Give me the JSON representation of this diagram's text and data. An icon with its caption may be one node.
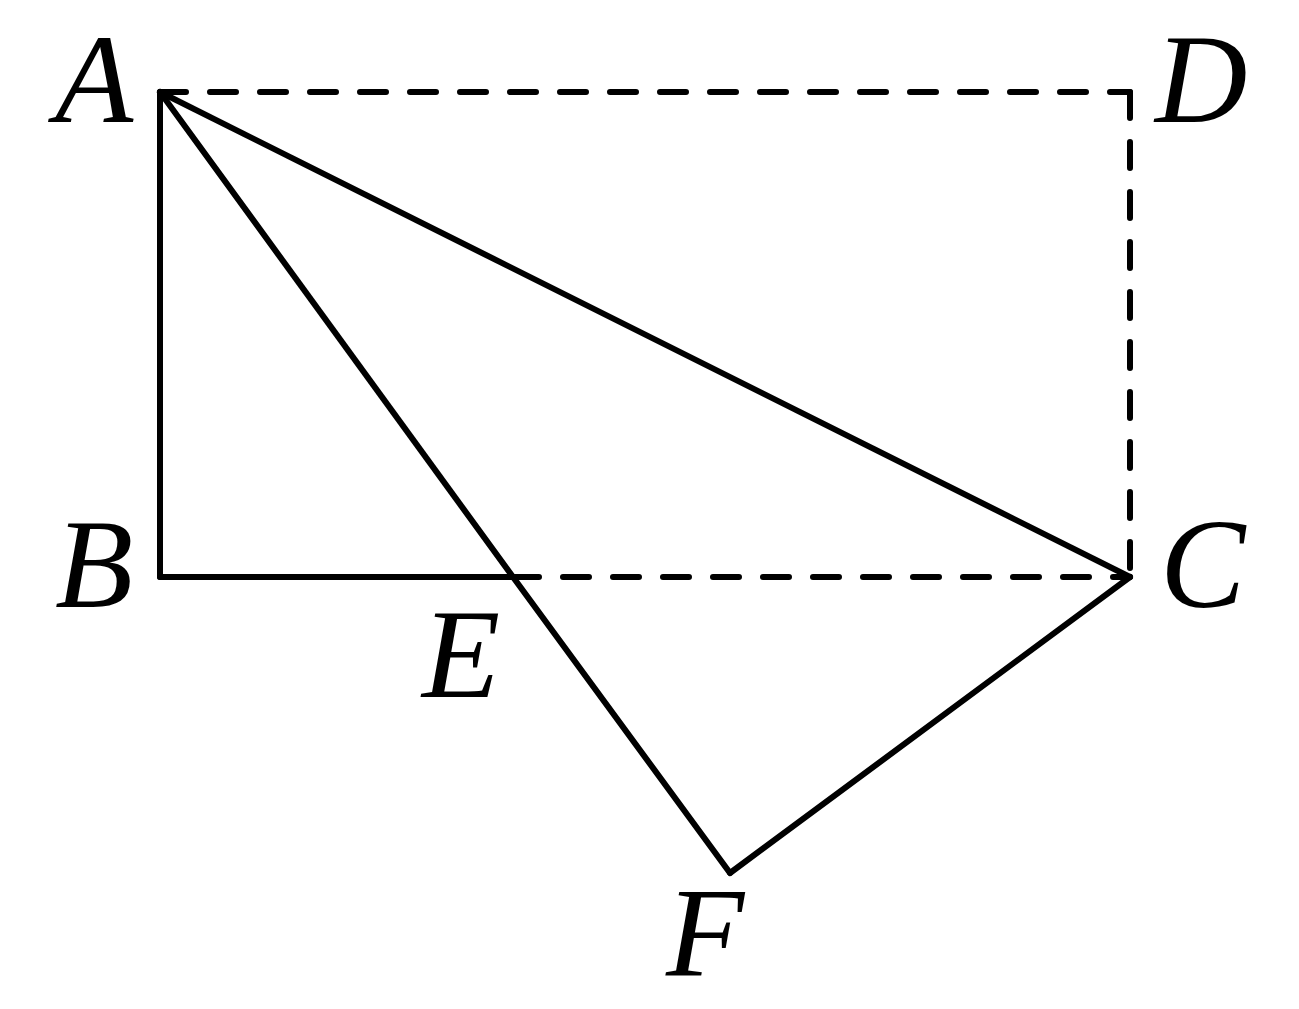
{
  "diagram": {
    "nodes": [
      {
        "text": [
          "A"
        ]
      },
      {
        "text": [
          "D"
        ]
      },
      {
        "text": [
          "B"
        ]
      },
      {
        "text": [
          "C"
        ]
      },
      {
        "text": [
          "E"
        ]
      },
      {
        "text": [
          "F"
        ]
      }
    ],
    "edges": [
      {
        "from": 0,
        "to": 1,
        "arrow": "none",
        "style": "dashed"
      },
      {
        "from": 1,
        "to": 3,
        "arrow": "none",
        "style": "dashed"
      },
      {
        "from": 0,
        "to": 2,
        "arrow": "none"
      },
      {
        "from": 2,
        "to": 4,
        "arrow": "none"
      },
      {
        "from": 4,
        "to": 3,
        "arrow": "none",
        "style": "dashed"
      },
      {
        "from": 0,
        "to": 3,
        "arrow": "none"
      },
      {
        "from": 0,
        "to": 4,
        "arrow": "none"
      },
      {
        "from": 4,
        "to": 5,
        "arrow": "none"
      },
      {
        "from": 5,
        "to": 3,
        "arrow": "none"
      }
    ]
  }
}
